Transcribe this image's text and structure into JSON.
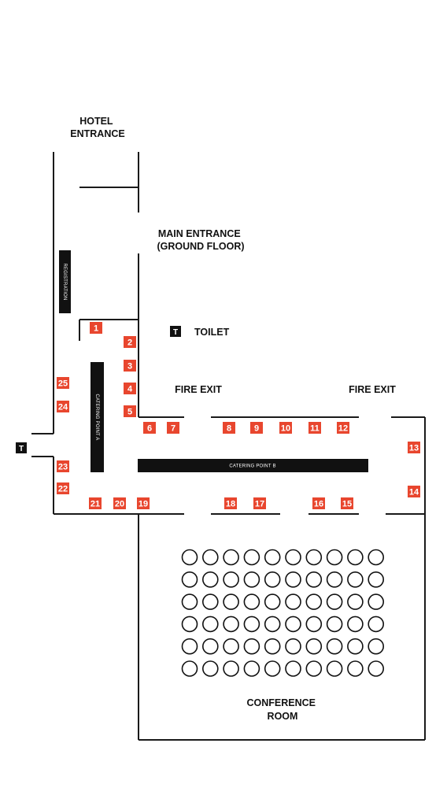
{
  "labels": {
    "hotel_entrance": [
      "HOTEL",
      "ENTRANCE"
    ],
    "main_entrance": [
      "MAIN ENTRANCE",
      "(GROUND FLOOR)"
    ],
    "toilet": "TOILET",
    "toilet_icon": "T",
    "fire_exit_left": "FIRE EXIT",
    "fire_exit_right": "FIRE EXIT",
    "conference_room": [
      "CONFERENCE",
      "ROOM"
    ],
    "registration": "REGISTRATION",
    "catering_a": "CATERING POINT A",
    "catering_b": "CATERING POINT B"
  },
  "booths": [
    "1",
    "2",
    "3",
    "4",
    "5",
    "6",
    "7",
    "8",
    "9",
    "10",
    "11",
    "12",
    "13",
    "14",
    "15",
    "16",
    "17",
    "18",
    "19",
    "20",
    "21",
    "22",
    "23",
    "24",
    "25"
  ],
  "seating": {
    "rows": 6,
    "columns": 10,
    "icon": "circle-seat"
  },
  "colors": {
    "booth": "#e8462e",
    "walls": "#1a1a1a",
    "bar": "#111111",
    "background": "#ffffff"
  }
}
